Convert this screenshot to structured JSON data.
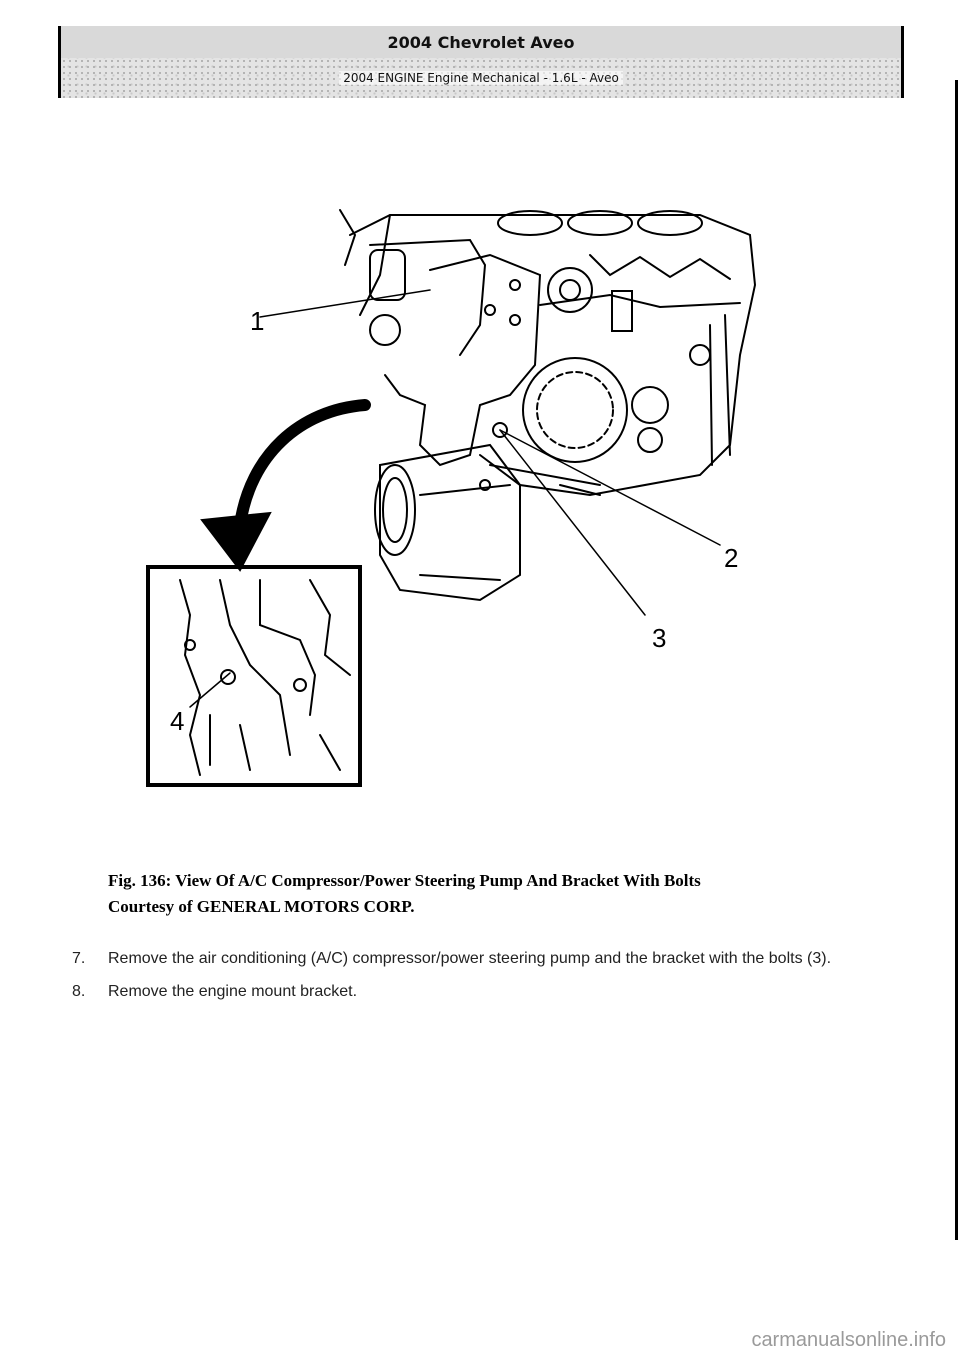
{
  "header": {
    "title": "2004 Chevrolet Aveo",
    "subtitle": "2004 ENGINE Engine Mechanical - 1.6L - Aveo"
  },
  "figure": {
    "callouts": [
      "1",
      "2",
      "3",
      "4"
    ]
  },
  "caption": {
    "line1": "Fig. 136: View Of A/C Compressor/Power Steering Pump And Bracket With Bolts",
    "line2": "Courtesy of GENERAL MOTORS CORP."
  },
  "steps": [
    {
      "num": "7.",
      "text": "Remove the air conditioning (A/C) compressor/power steering pump and the bracket with the bolts (3)."
    },
    {
      "num": "8.",
      "text": "Remove the engine mount bracket."
    }
  ],
  "watermark": "carmanualsonline.info"
}
